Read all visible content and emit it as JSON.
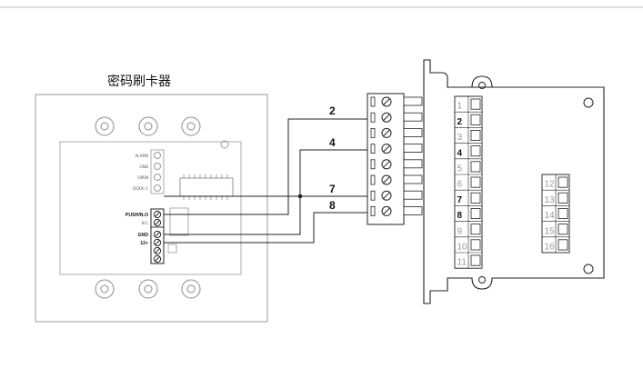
{
  "reader": {
    "title": "密码刷卡器",
    "indicator_labels": [
      "ALARM",
      "GND",
      "OPEN",
      "DOOR 1"
    ],
    "terminal_labels": [
      "PUSH/N.O",
      "N.C",
      "GND",
      "12+"
    ]
  },
  "wires": [
    {
      "label": "2",
      "slot": 2
    },
    {
      "label": "4",
      "slot": 4
    },
    {
      "label": "7",
      "slot": 7
    },
    {
      "label": "8",
      "slot": 8
    }
  ],
  "controller": {
    "left_slots": [
      "1",
      "2",
      "3",
      "4",
      "5",
      "6",
      "7",
      "8",
      "9",
      "10",
      "11"
    ],
    "right_slots": [
      "12",
      "13",
      "14",
      "15",
      "16"
    ],
    "highlighted_slots": [
      "2",
      "4",
      "7",
      "8"
    ]
  },
  "colors": {
    "line": "#222222",
    "panel": "#8a8a8a"
  }
}
